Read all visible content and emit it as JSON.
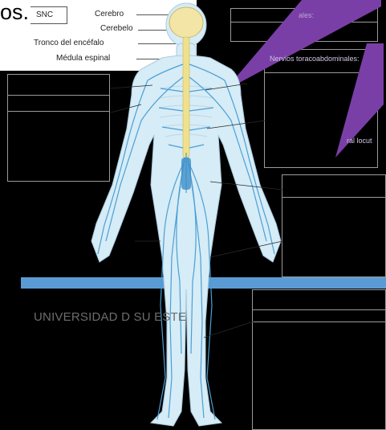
{
  "header": {
    "slide_fragment": "os.",
    "snc_label": "SNC",
    "structures": [
      "Cerebro",
      "Cerebelo",
      "Tronco del encéfalo",
      "Médula espinal"
    ]
  },
  "callouts": {
    "upper_right_fragment": "ales:",
    "thoraco_abdominal": "Nervios toracoabdominales:",
    "lower_fragment": "ral locut"
  },
  "footer": {
    "institution": "UNIVERSIDAD D  SU ESTE"
  },
  "colors": {
    "background": "#000000",
    "nerve_blue": "#4a9fd6",
    "skin": "#d6ecf6",
    "spinal_cord": "#efe18a",
    "callout_purple": "#7a3fa6",
    "band_blue": "#5b9bd5"
  }
}
